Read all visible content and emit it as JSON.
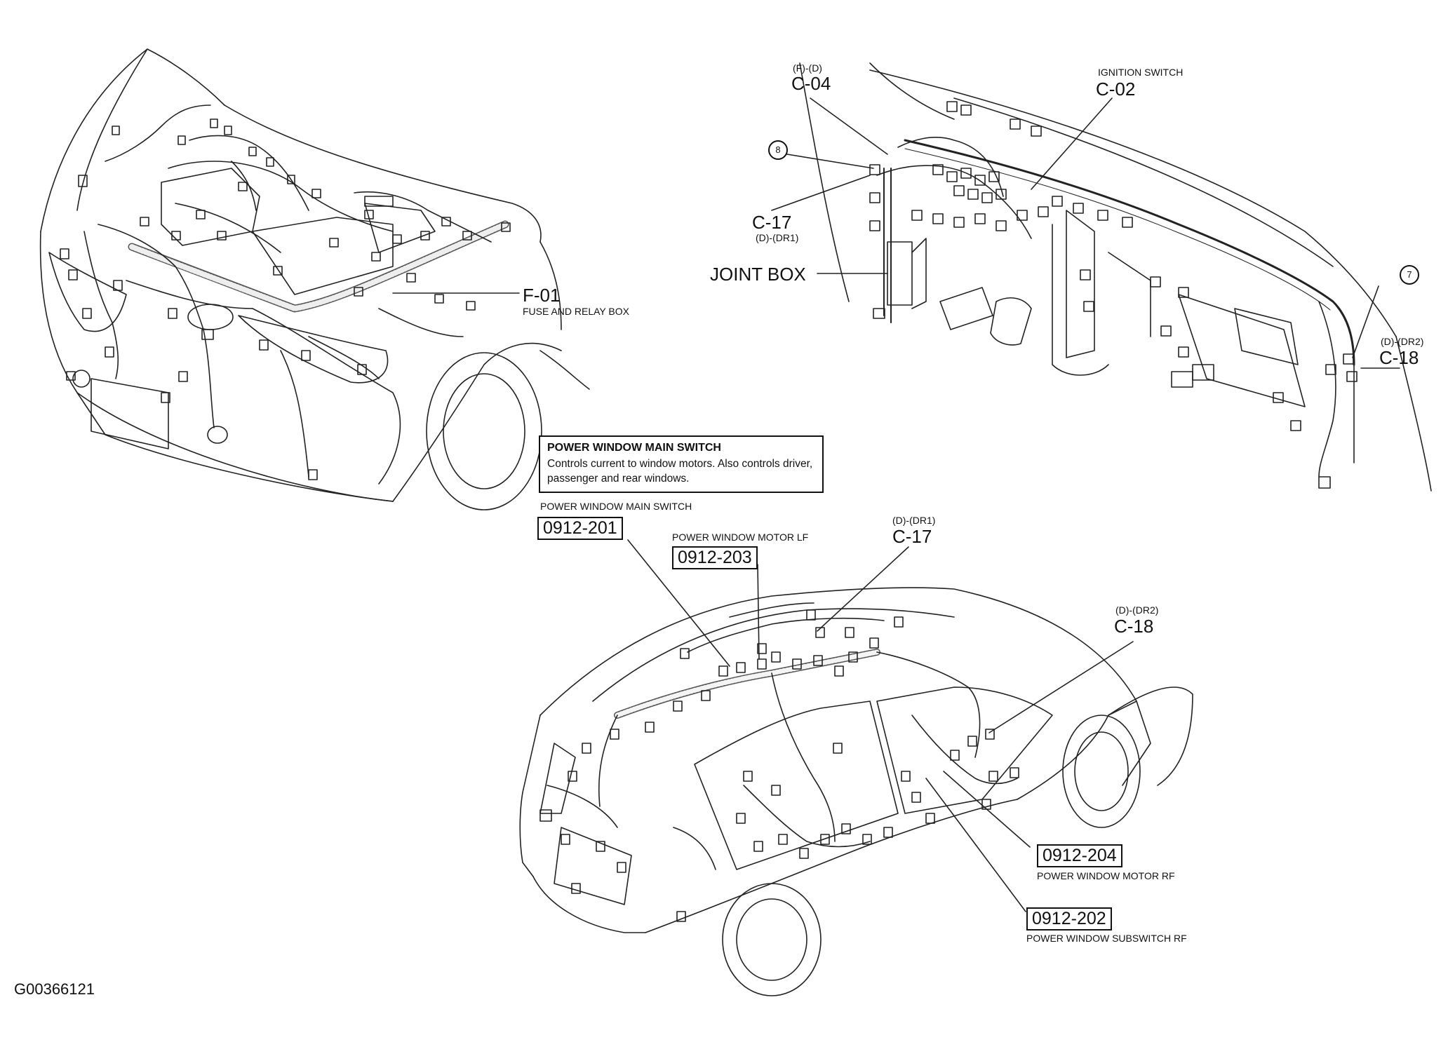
{
  "front_engine": {
    "f01_code": "F-01",
    "f01_name": "FUSE AND RELAY BOX"
  },
  "dashboard": {
    "c04_pos": "(F)-(D)",
    "c04_code": "C-04",
    "ignition_name": "IGNITION SWITCH",
    "c02_code": "C-02",
    "ref8": "8",
    "c17_code": "C-17",
    "c17_pos": "(D)-(DR1)",
    "joint_box": "JOINT BOX",
    "ref7": "7",
    "c18_pos": "(D)-(DR2)",
    "c18_code": "C-18"
  },
  "callout": {
    "title": "POWER WINDOW MAIN SWITCH",
    "body": "Controls current to window motors. Also controls driver, passenger and rear windows."
  },
  "rear_vehicle": {
    "main_switch_name": "POWER WINDOW MAIN SWITCH",
    "main_switch_code": "0912-201",
    "motor_lf_name": "POWER WINDOW MOTOR LF",
    "motor_lf_code": "0912-203",
    "c17_pos": "(D)-(DR1)",
    "c17_code": "C-17",
    "c18_pos": "(D)-(DR2)",
    "c18_code": "C-18",
    "motor_rf_code": "0912-204",
    "motor_rf_name": "POWER WINDOW MOTOR RF",
    "subswitch_rf_code": "0912-202",
    "subswitch_rf_name": "POWER WINDOW SUBSWITCH RF"
  },
  "figure_id": "G00366121"
}
